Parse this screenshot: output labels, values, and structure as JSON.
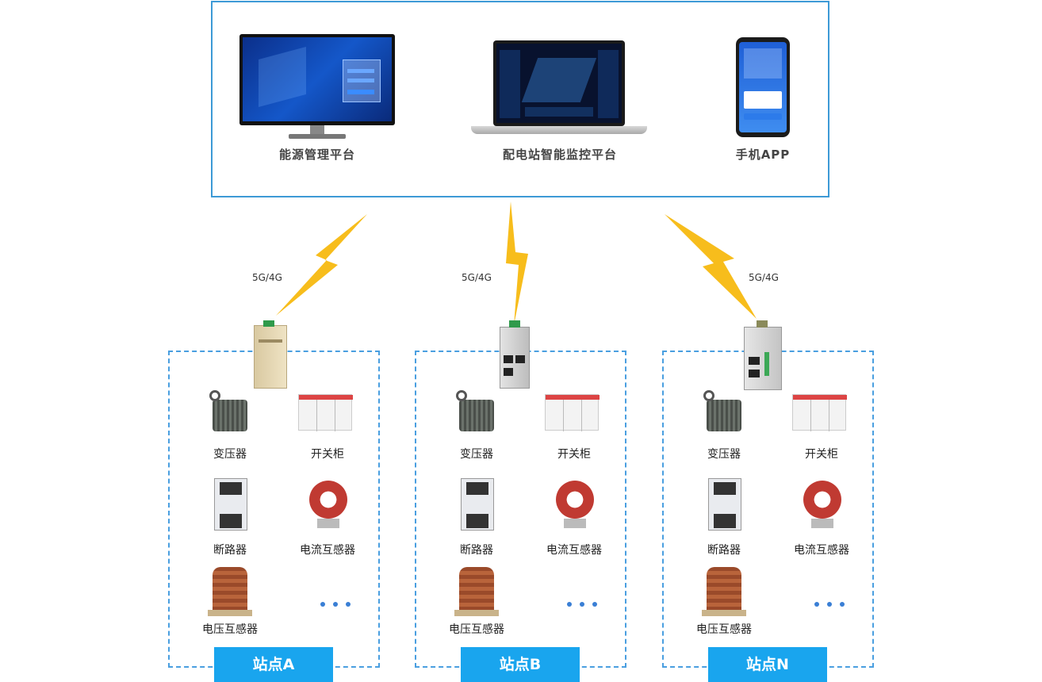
{
  "platforms": [
    {
      "label": "能源管理平台",
      "device": "monitor"
    },
    {
      "label": "配电站智能监控平台",
      "device": "laptop"
    },
    {
      "label": "手机APP",
      "device": "phone"
    }
  ],
  "network_label": "5G/4G",
  "sites": [
    {
      "name": "站点A"
    },
    {
      "name": "站点B"
    },
    {
      "name": "站点N"
    }
  ],
  "devices": {
    "transformer": "变压器",
    "switchgear": "开关柜",
    "breaker": "断路器",
    "ct": "电流互感器",
    "pt": "电压互感器"
  },
  "colors": {
    "box_border": "#3d9ad6",
    "site_tag": "#19a5ee",
    "lightning": "#f7bd1c"
  }
}
